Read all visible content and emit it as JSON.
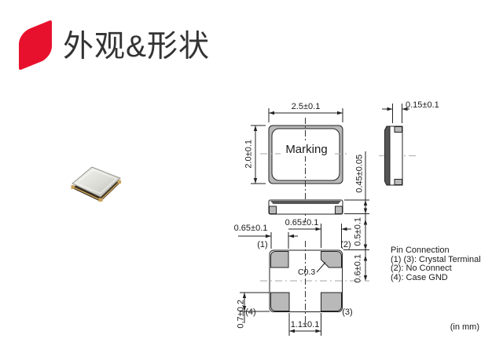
{
  "header": {
    "title": "外观&形状"
  },
  "brand_color": "#e8112d",
  "drawing": {
    "top_view": {
      "marking_label": "Marking",
      "width_dim": "2.5±0.1",
      "height_dim": "2.0±0.1"
    },
    "side_view_right": {
      "lid_dim": "0.15±0.1"
    },
    "side_view_front": {
      "height_dim": "0.45±0.05"
    },
    "land_pattern": {
      "pad2_width_dim": "0.65±0.1",
      "pad1_width_dim": "0.65±0.1",
      "pad_top_dim": "0.5±0.1",
      "pad_right_dim": "0.6±0.1",
      "pad_left_dim": "0.7±0.2",
      "pad_gap_dim": "1.1±0.1",
      "chamfer_label": "C0.3",
      "pins": {
        "pin1": "(1)",
        "pin2": "(2)",
        "pin3": "(3)",
        "pin4": "(4)"
      }
    },
    "pin_connection": {
      "title": "Pin Connection",
      "line1": "(1) (3): Crystal Terminal",
      "line2": "(2): No Connect",
      "line3": "(4): Case GND"
    },
    "units_note": "(in mm)"
  }
}
